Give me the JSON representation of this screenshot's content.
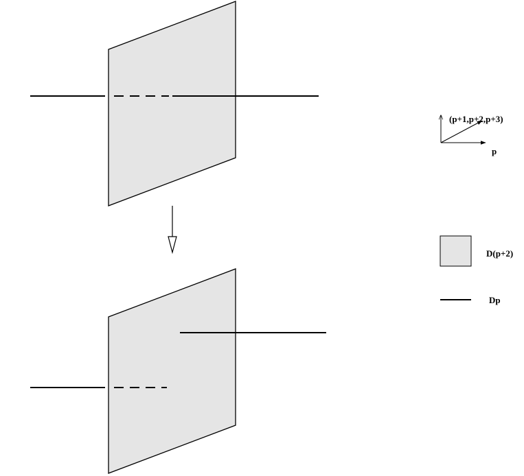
{
  "axes": {
    "vertical_label": "(p+1,p+2,p+3)",
    "horizontal_label": "p"
  },
  "legend": {
    "brane_label": "D(p+2)",
    "line_label": "Dp"
  },
  "colors": {
    "brane_fill": "#e5e5e5",
    "stroke": "#000000"
  }
}
